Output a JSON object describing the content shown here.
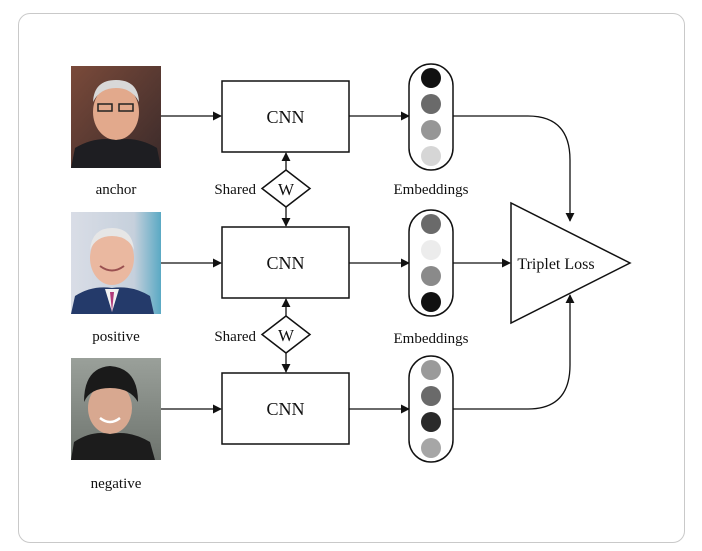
{
  "rows": [
    {
      "label": "anchor",
      "cnn": "CNN",
      "embeddings": [
        "#111111",
        "#6a6a6a",
        "#969696",
        "#d6d6d6"
      ]
    },
    {
      "label": "positive",
      "cnn": "CNN",
      "embeddings": [
        "#6a6a6a",
        "#ececec",
        "#8a8a8a",
        "#111111"
      ]
    },
    {
      "label": "negative",
      "cnn": "CNN",
      "embeddings": [
        "#9a9a9a",
        "#6a6a6a",
        "#2a2a2a",
        "#a6a6a6"
      ]
    }
  ],
  "shared": [
    {
      "text": "Shared",
      "weight": "W"
    },
    {
      "text": "Shared",
      "weight": "W"
    }
  ],
  "embeddings_label": "Embeddings",
  "loss_label": "Triplet Loss",
  "photos": [
    "older-man-photo",
    "older-man-smiling-photo",
    "young-man-beanie-photo"
  ]
}
